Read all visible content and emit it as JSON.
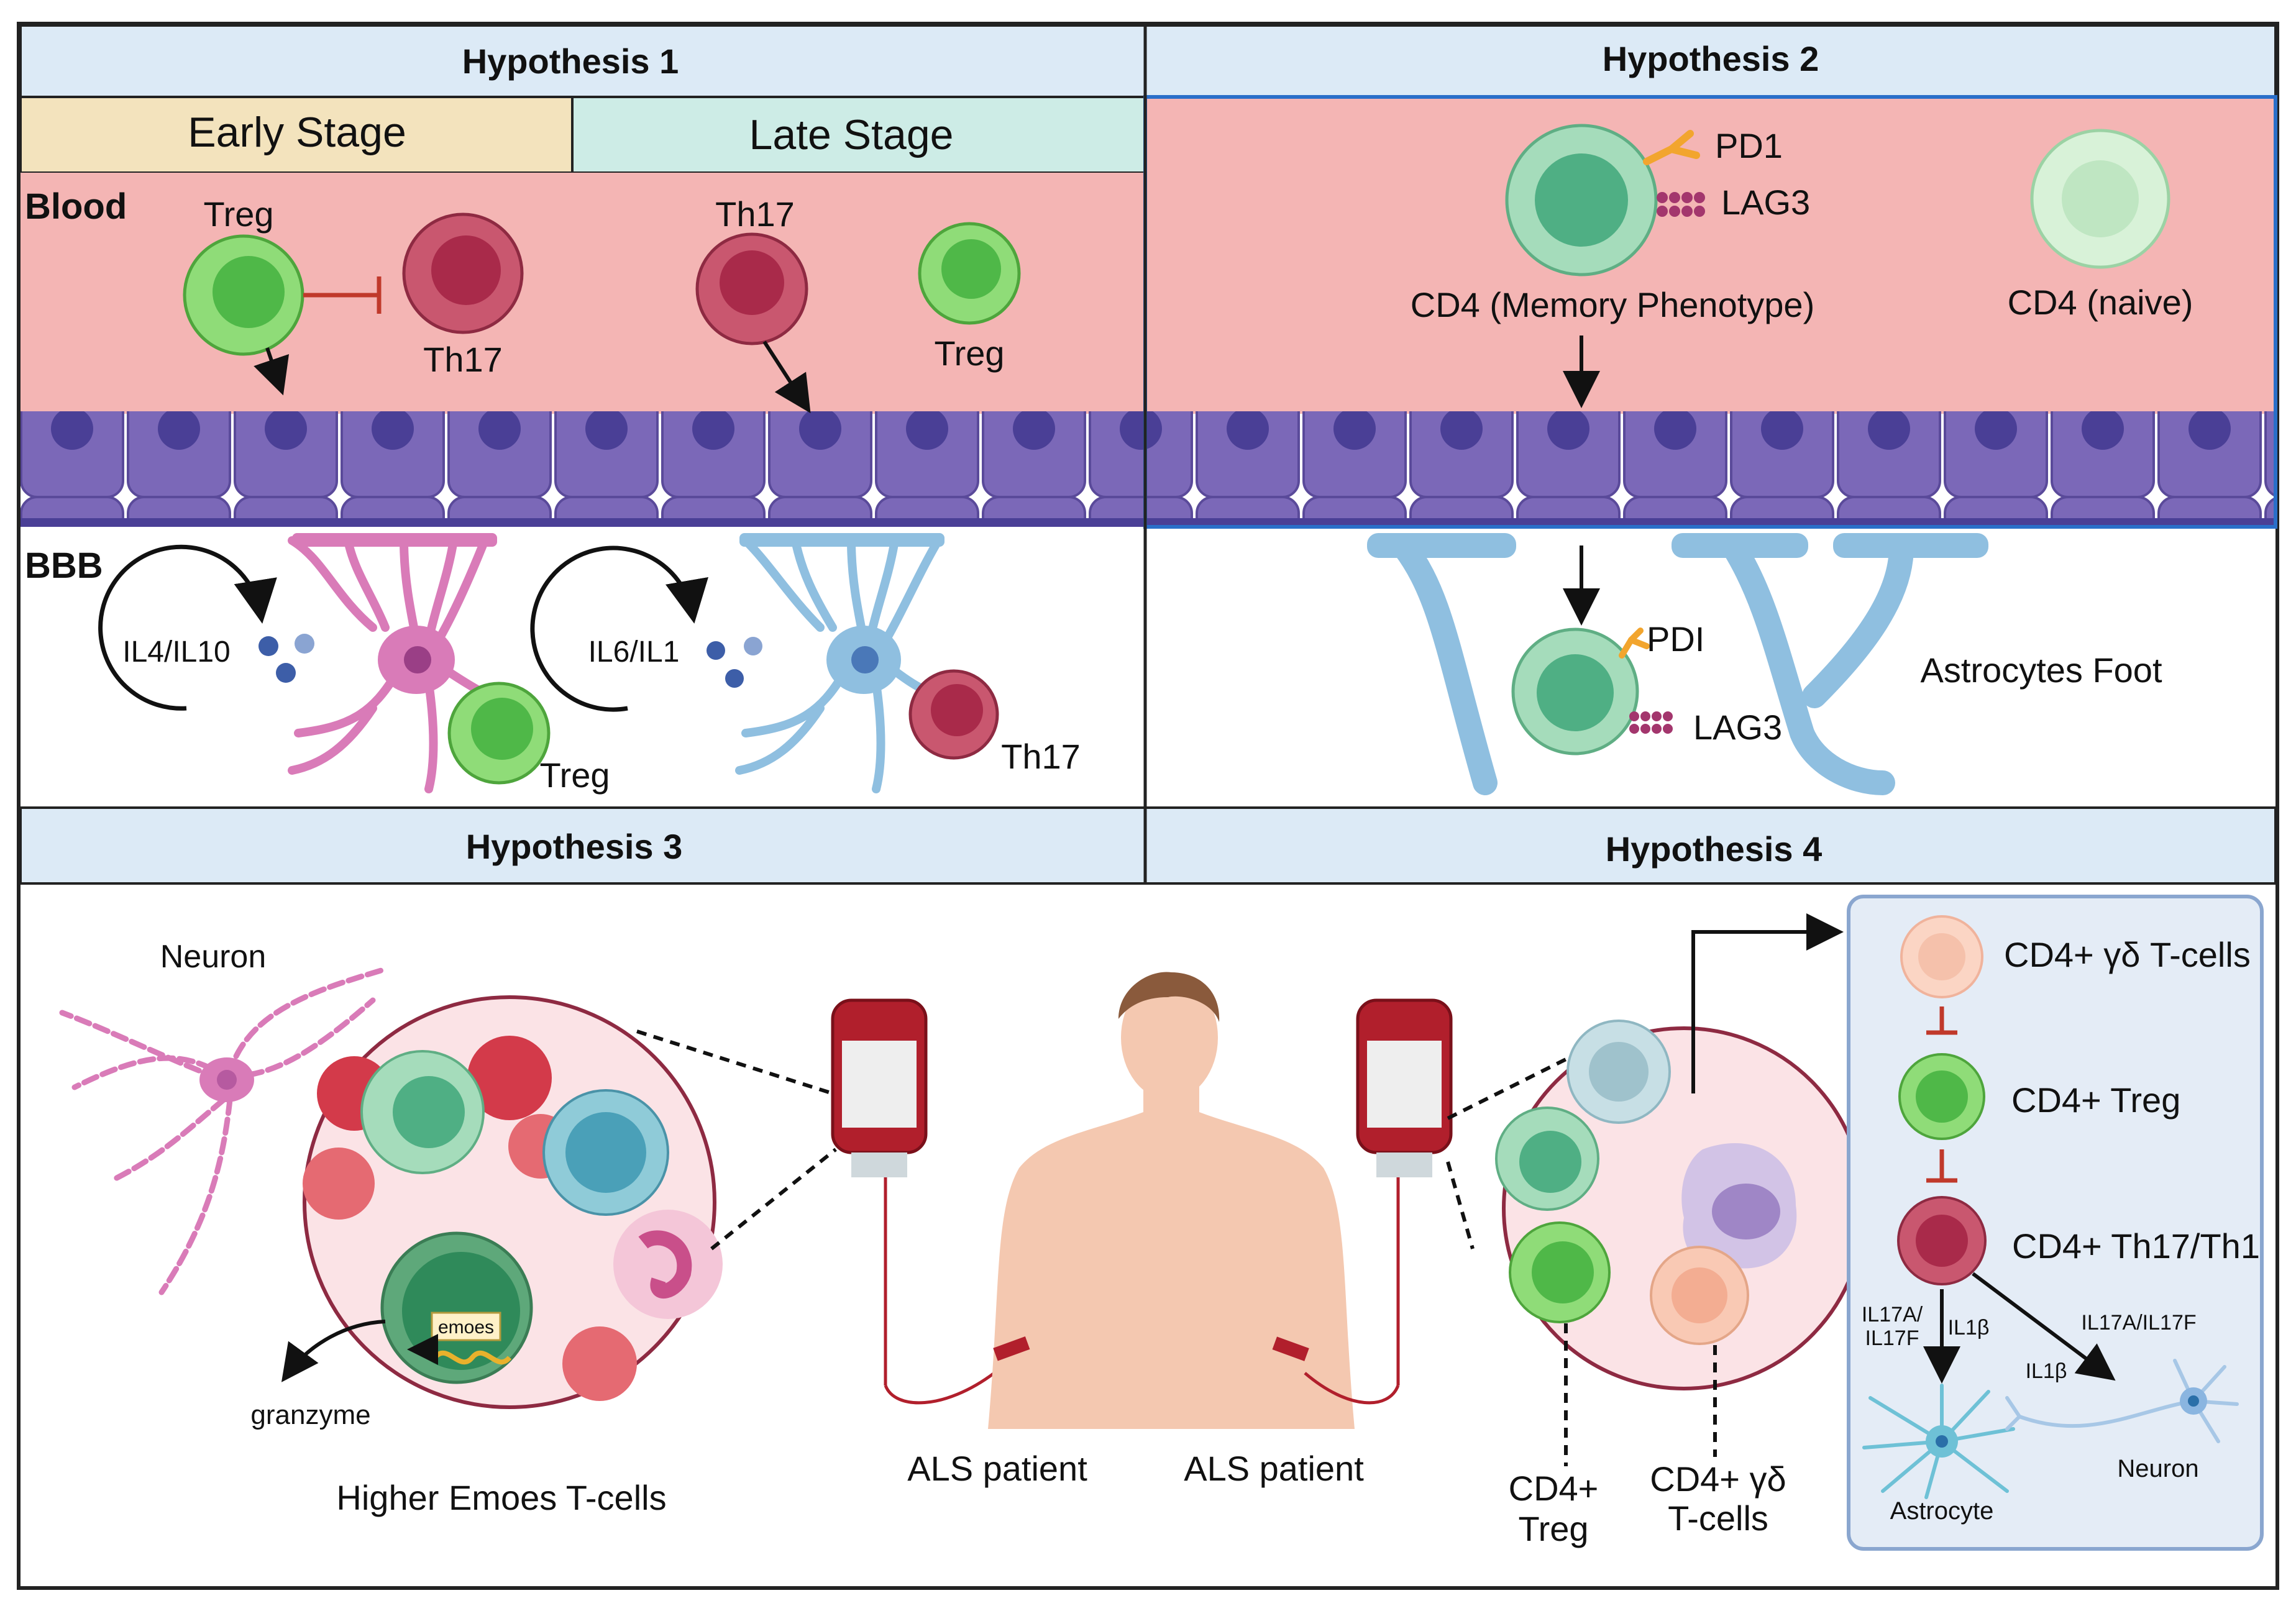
{
  "hypotheses": {
    "h1": {
      "title": "Hypothesis 1",
      "early_stage": "Early Stage",
      "late_stage": "Late Stage",
      "blood": "Blood",
      "bbb": "BBB",
      "early_blood_treg": "Treg",
      "early_blood_th17": "Th17",
      "late_blood_th17": "Th17",
      "late_blood_treg": "Treg",
      "early_cytokine": "IL4/IL10",
      "late_cytokine": "IL6/IL1",
      "early_brain_treg": "Treg",
      "late_brain_th17": "Th17"
    },
    "h2": {
      "title": "Hypothesis 2",
      "pd1": "PD1",
      "lag3_top": "LAG3",
      "memory": "CD4 (Memory Phenotype)",
      "naive": "CD4 (naive)",
      "pdi": "PDI",
      "lag3_bottom": "LAG3",
      "astro_foot": "Astrocytes Foot"
    },
    "h3": {
      "title": "Hypothesis 3",
      "neuron": "Neuron",
      "emoes": "emoes",
      "granzyme": "granzyme",
      "caption": "Higher Emoes T-cells",
      "patient_left": "ALS patient"
    },
    "h4": {
      "title": "Hypothesis 4",
      "patient_right": "ALS patient",
      "treg_line1": "CD4+",
      "treg_line2": "Treg",
      "gd_line1": "CD4+ γδ",
      "gd_line2": "T-cells",
      "legend_gd": "CD4+ γδ T-cells",
      "legend_treg": "CD4+ Treg",
      "legend_th": "CD4+ Th17/Th1",
      "il17_a": "IL17A/",
      "il17_b": "IL17F",
      "il1b_left": "IL1β",
      "il17_right": "IL17A/IL17F",
      "il1b_right": "IL1β",
      "astrocyte": "Astrocyte",
      "neuron": "Neuron"
    }
  },
  "colors": {
    "header_bg": "#dceaf6",
    "blood_bg": "#f4b5b4",
    "early_bg": "#f3e3bd",
    "late_bg": "#cdece6",
    "endothelium": "#7b68b8",
    "nucleus": "#4a3f96",
    "treg": "#7fd16a",
    "th17": "#c24d66",
    "cd4_memory": "#9fd6b8",
    "cd4_naive": "#d4f0d4",
    "astro_blue": "#8fbfe0",
    "astro_pink": "#d97bb8",
    "panel_bg": "#e4ecf6",
    "inhibit": "#c0392b",
    "gd_cell": "#f9c9b4"
  }
}
